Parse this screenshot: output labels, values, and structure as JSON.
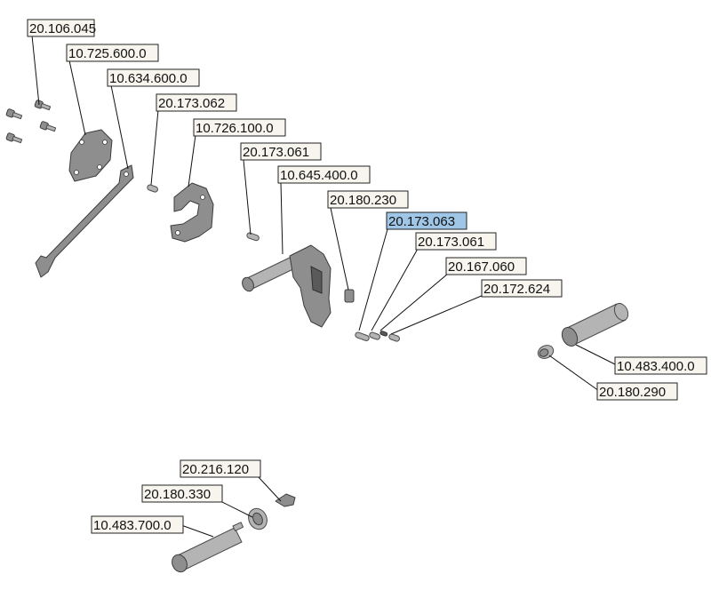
{
  "callouts": [
    {
      "id": "c1",
      "text": "20.106.045",
      "selected": false
    },
    {
      "id": "c2",
      "text": "10.725.600.0",
      "selected": false
    },
    {
      "id": "c3",
      "text": "10.634.600.0",
      "selected": false
    },
    {
      "id": "c4",
      "text": "20.173.062",
      "selected": false
    },
    {
      "id": "c5",
      "text": "10.726.100.0",
      "selected": false
    },
    {
      "id": "c6",
      "text": "20.173.061",
      "selected": false
    },
    {
      "id": "c7",
      "text": "10.645.400.0",
      "selected": false
    },
    {
      "id": "c8",
      "text": "20.180.230",
      "selected": false
    },
    {
      "id": "c9",
      "text": "20.173.063",
      "selected": true
    },
    {
      "id": "c10",
      "text": "20.173.061",
      "selected": false
    },
    {
      "id": "c11",
      "text": "20.167.060",
      "selected": false
    },
    {
      "id": "c12",
      "text": "20.172.624",
      "selected": false
    },
    {
      "id": "c13",
      "text": "10.483.400.0",
      "selected": false
    },
    {
      "id": "c14",
      "text": "20.180.290",
      "selected": false
    },
    {
      "id": "c15",
      "text": "20.216.120",
      "selected": false
    },
    {
      "id": "c16",
      "text": "20.180.330",
      "selected": false
    },
    {
      "id": "c17",
      "text": "10.483.700.0",
      "selected": false
    }
  ]
}
